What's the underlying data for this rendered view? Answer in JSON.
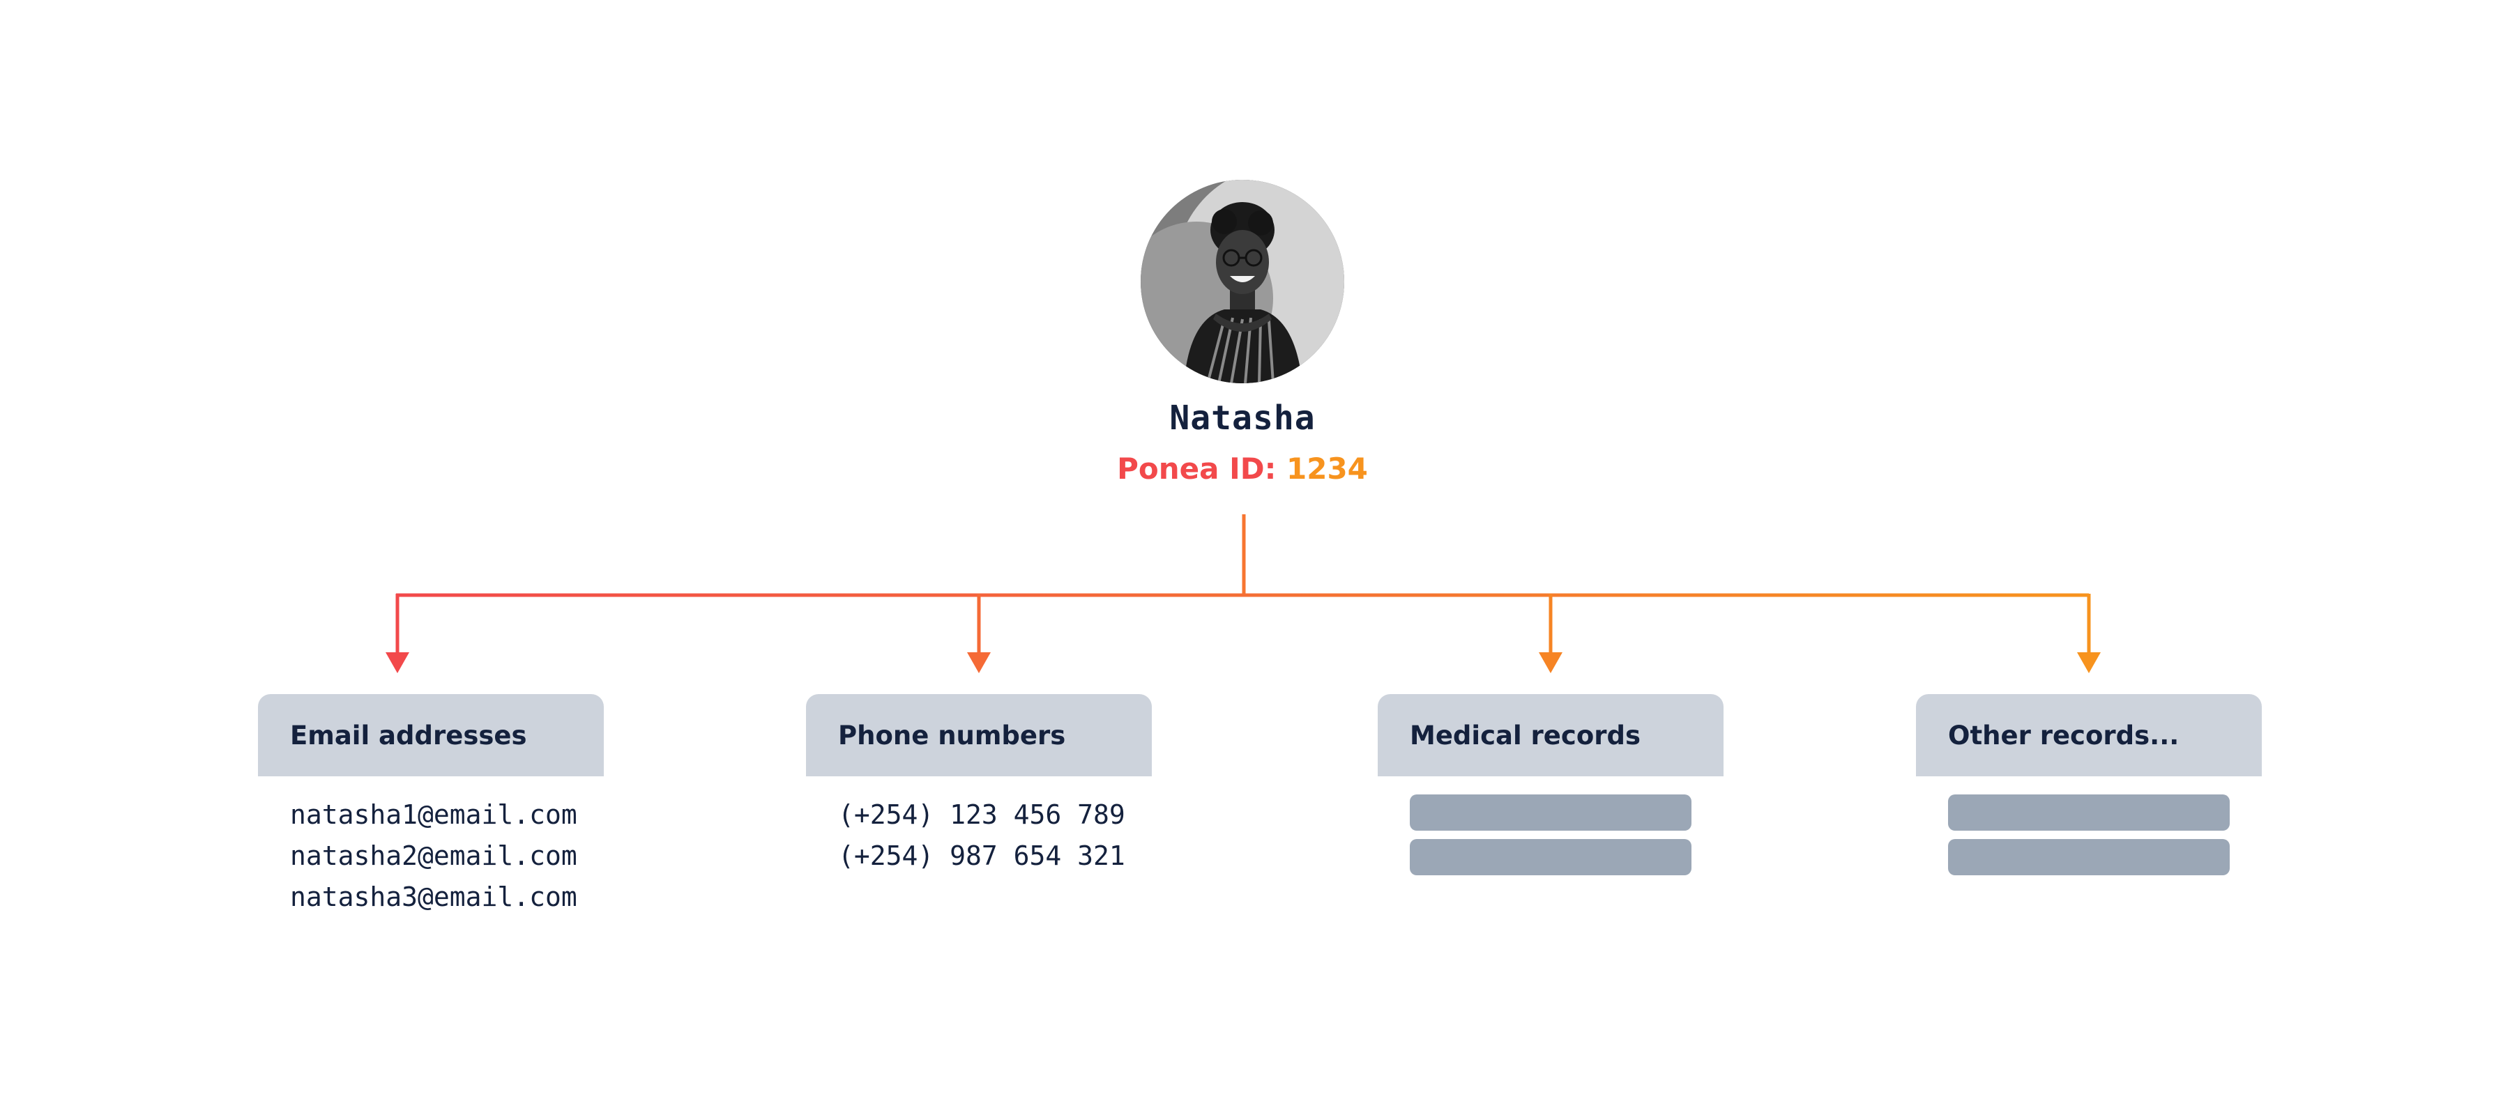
{
  "person": {
    "name": "Natasha",
    "id_label": "Ponea ID:",
    "id_value": "1234"
  },
  "colors": {
    "gradient_start": "#f2494b",
    "gradient_end": "#f7931e",
    "text_dark": "#14213d",
    "card_header_bg": "#cdd3dc",
    "placeholder_bar": "#9ba7b6"
  },
  "categories": [
    {
      "title": "Email addresses",
      "items": [
        "natasha1@email.com",
        "natasha2@email.com",
        "natasha3@email.com"
      ]
    },
    {
      "title": "Phone numbers",
      "items": [
        "(+254) 123 456 789",
        "(+254) 987 654 321"
      ]
    },
    {
      "title": "Medical records",
      "items": []
    },
    {
      "title": "Other records...",
      "items": []
    }
  ]
}
